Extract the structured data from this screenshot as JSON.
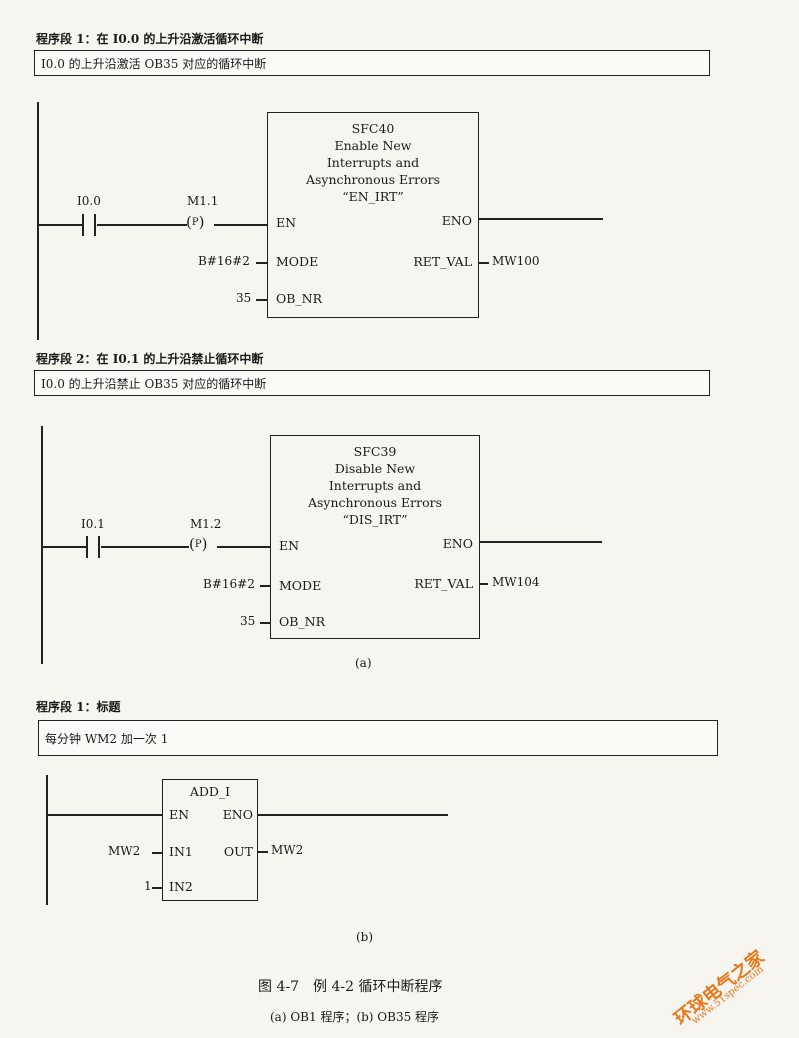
{
  "network_a1": {
    "title": "程序段 1：在 I0.0 的上升沿激活循环中断",
    "comment": "I0.0 的上升沿激活 OB35 对应的循环中断",
    "contact": "I0.0",
    "edge": "M1.1",
    "edge_symbol": "P",
    "block": {
      "name": "SFC40",
      "desc1": "Enable New",
      "desc2": "Interrupts and",
      "desc3": "Asynchronous Errors",
      "symbol": "“EN_IRT”",
      "en": "EN",
      "eno": "ENO",
      "mode": "MODE",
      "ob_nr": "OB_NR",
      "ret_val": "RET_VAL"
    },
    "mode_value": "B#16#2",
    "ob_value": "35",
    "ret_value": "MW100"
  },
  "network_a2": {
    "title": "程序段 2：在 I0.1 的上升沿禁止循环中断",
    "comment": "I0.0 的上升沿禁止 OB35 对应的循环中断",
    "contact": "I0.1",
    "edge": "M1.2",
    "edge_symbol": "P",
    "block": {
      "name": "SFC39",
      "desc1": "Disable New",
      "desc2": "Interrupts and",
      "desc3": "Asynchronous Errors",
      "symbol": "“DIS_IRT”",
      "en": "EN",
      "eno": "ENO",
      "mode": "MODE",
      "ob_nr": "OB_NR",
      "ret_val": "RET_VAL"
    },
    "mode_value": "B#16#2",
    "ob_value": "35",
    "ret_value": "MW104"
  },
  "label_a": "(a)",
  "network_b1": {
    "title": "程序段 1：标题",
    "comment": "每分钟 WM2 加一次 1",
    "block": {
      "name": "ADD_I",
      "en": "EN",
      "eno": "ENO",
      "in1": "IN1",
      "in2": "IN2",
      "out": "OUT"
    },
    "in1_value": "MW2",
    "in2_value": "1",
    "out_value": "MW2"
  },
  "label_b": "(b)",
  "figure": {
    "caption": "图 4-7　例 4-2 循环中断程序",
    "subcaption": "(a) OB1 程序；(b) OB35 程序"
  },
  "watermark": {
    "text": "环球电气之家",
    "url": "www.51spec.com",
    "color": "#e67a1e"
  }
}
